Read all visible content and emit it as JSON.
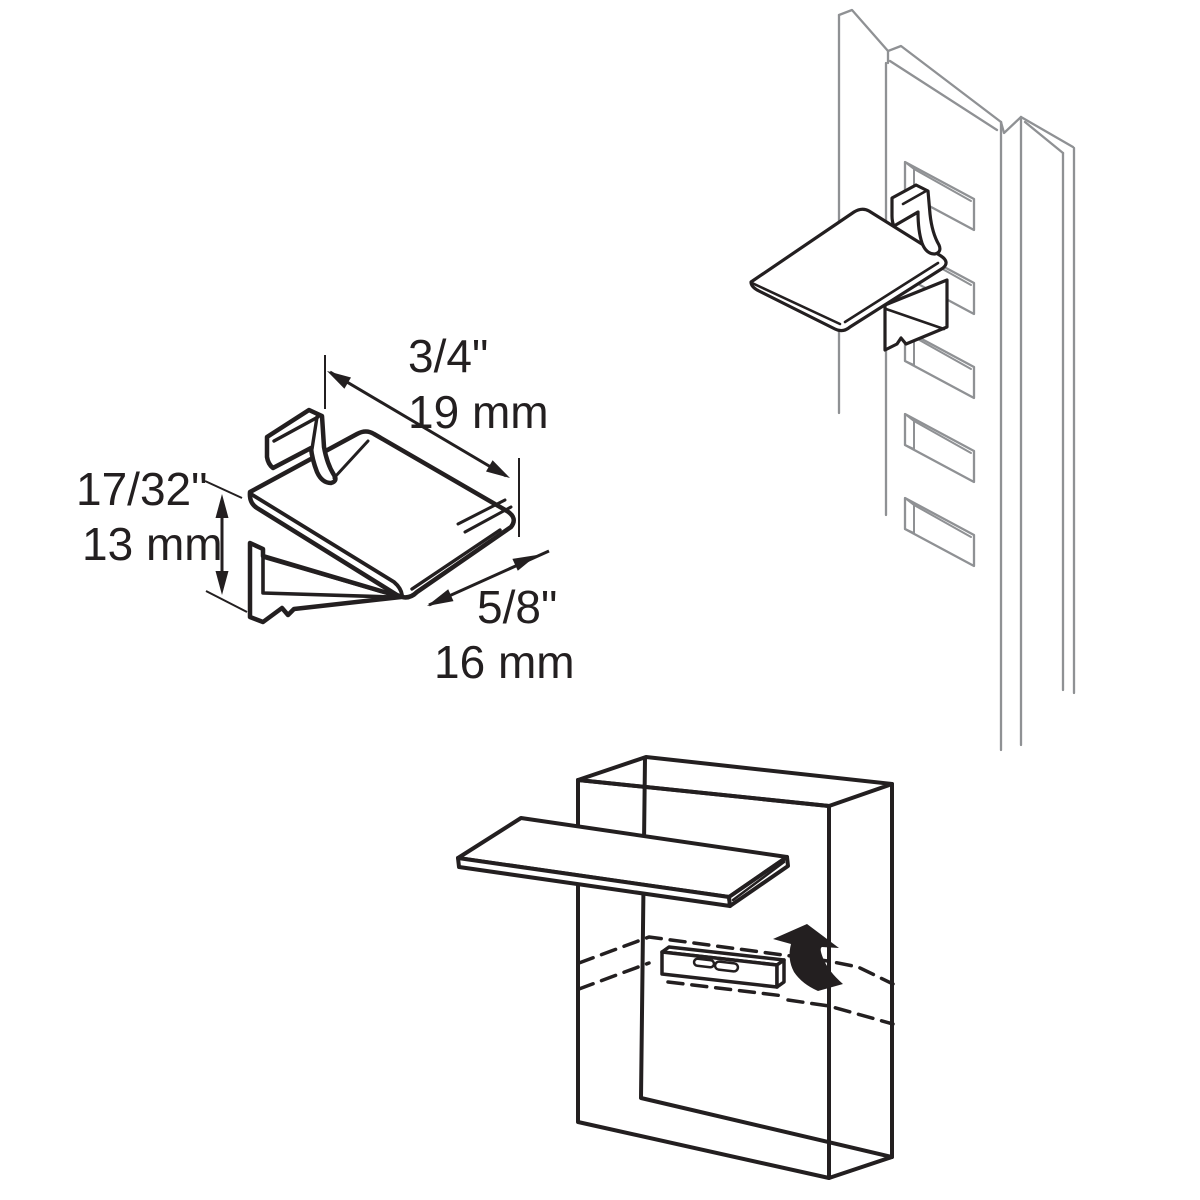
{
  "diagram": {
    "type": "product-installation-diagram",
    "subject": "shelf support clip for pilaster standard",
    "labels": {
      "top_width_in": "3/4\"",
      "top_width_mm": "19 mm",
      "side_height_in": "17/32\"",
      "side_height_mm": "13 mm",
      "bottom_depth_in": "5/8\"",
      "bottom_depth_mm": "16 mm"
    },
    "colors": {
      "primary_line": "#231f20",
      "secondary_line": "#8f9194",
      "background": "#ffffff"
    },
    "icons": {
      "insert_arrow": "solid black bent arrow pointing up-left (insertion direction)"
    }
  }
}
